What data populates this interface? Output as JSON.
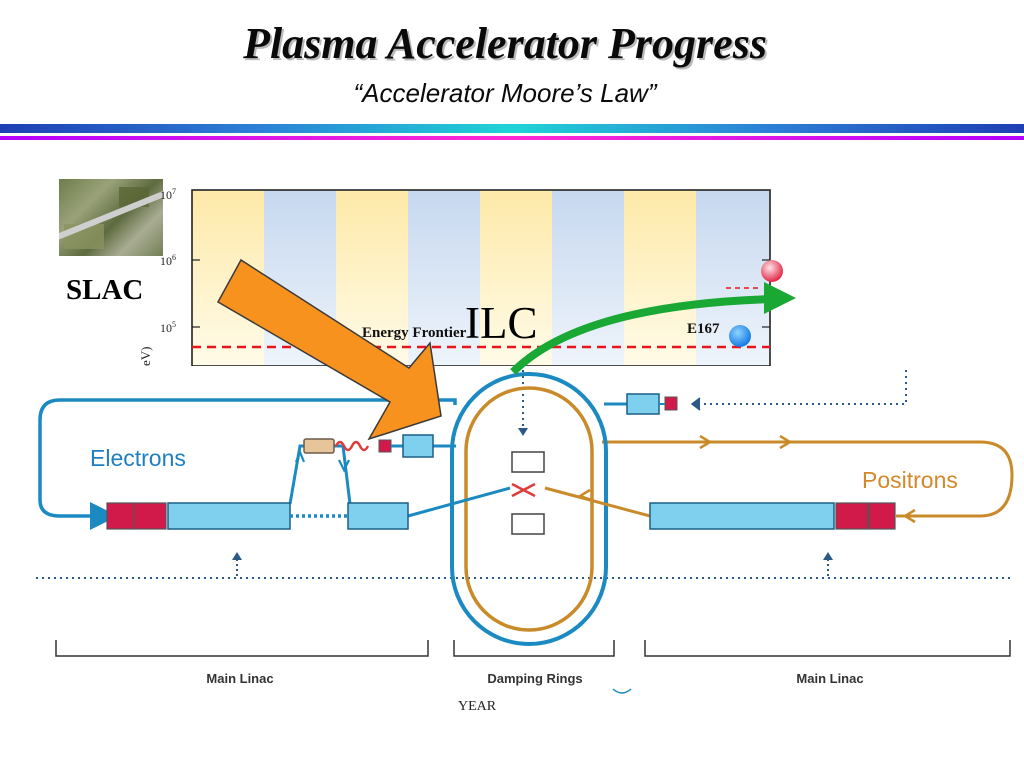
{
  "slide": {
    "title": "Plasma Accelerator Progress",
    "subtitle": "“Accelerator Moore’s Law”",
    "slac_label": "SLAC",
    "ilc_label": "ILC"
  },
  "plot": {
    "y_ticks": [
      {
        "base": "10",
        "exp": "7"
      },
      {
        "base": "10",
        "exp": "6"
      },
      {
        "base": "10",
        "exp": "5"
      }
    ],
    "y_axis_fragment": "eV)",
    "energy_frontier_label": "Energy Frontier",
    "e167_label": "E167",
    "x_axis_label": "YEAR"
  },
  "ilc_diagram": {
    "electrons_label": "Electrons",
    "positrons_label": "Positrons",
    "main_linac_left": "Main Linac",
    "damping_rings": "Damping Rings",
    "main_linac_right": "Main Linac"
  },
  "colors": {
    "electron_beam": "#1c8ac2",
    "positron_beam": "#c98b2a",
    "linac_block": "#7ed0ee",
    "magnet": "#d11a4a",
    "orange_arrow": "#f7921e",
    "green_arrow": "#1aa835",
    "frontier_line": "#e8161b"
  }
}
